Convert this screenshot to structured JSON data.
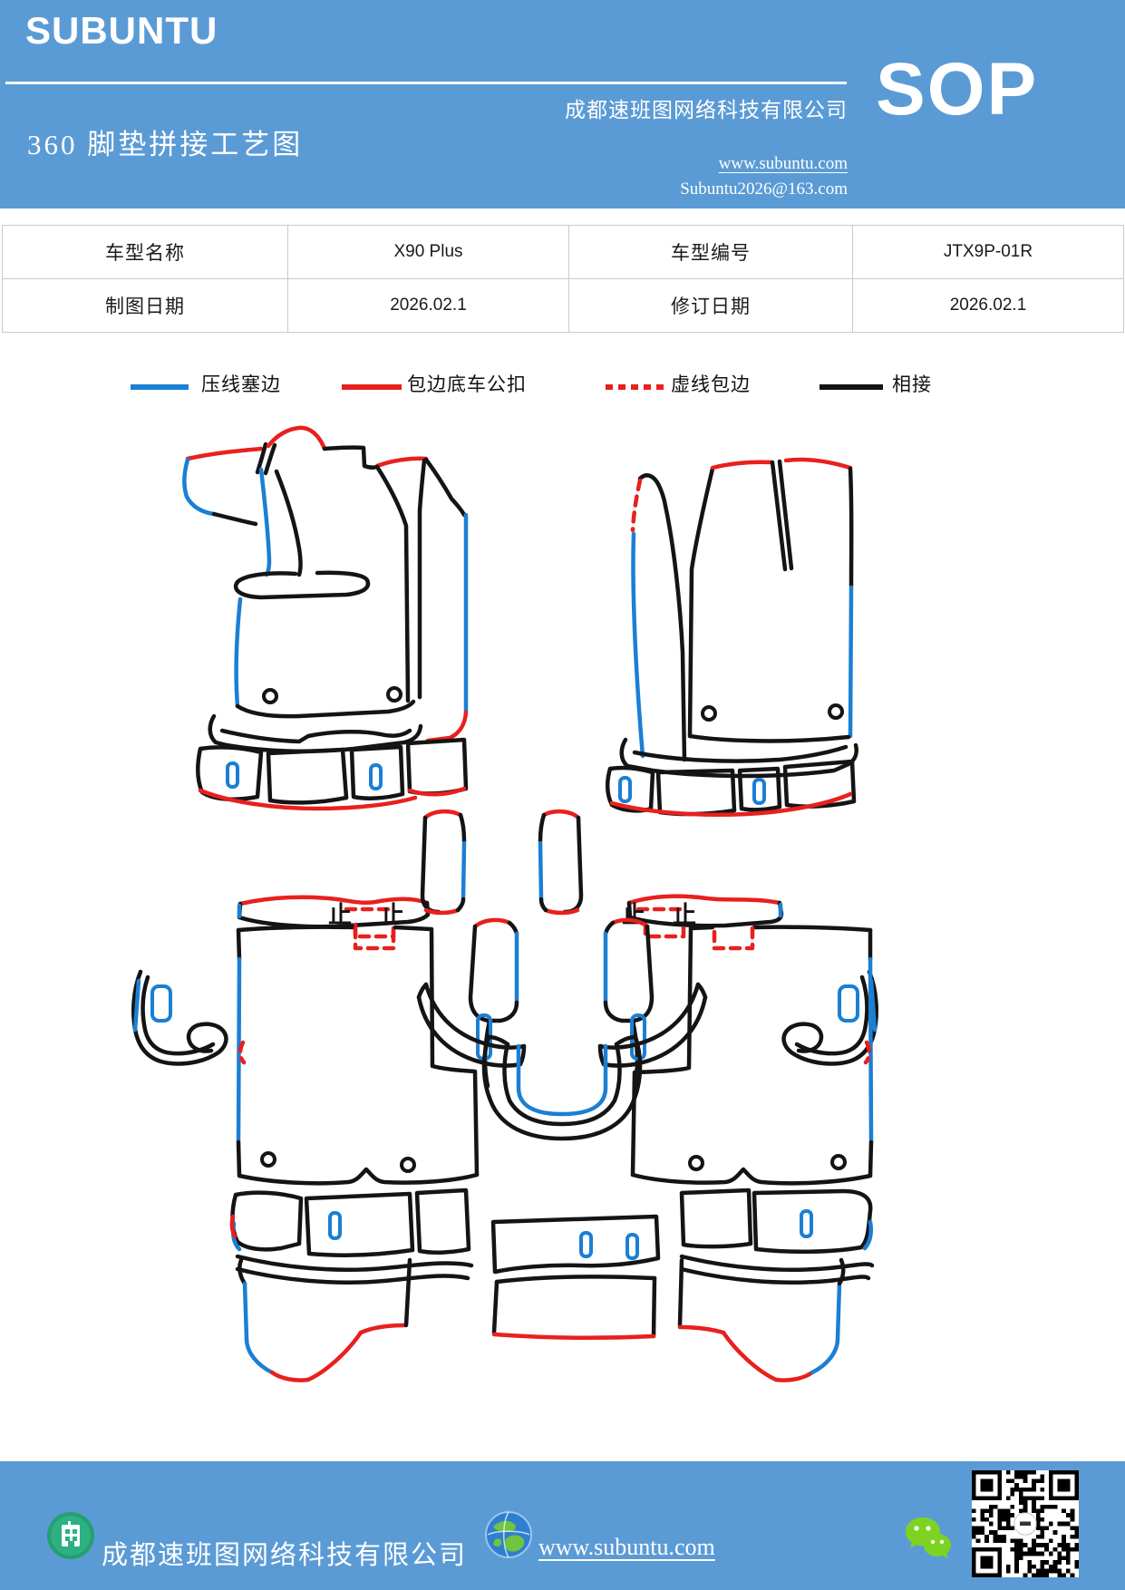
{
  "colors": {
    "band_blue": "#5b9bd5",
    "line_blue": "#1b7fd4",
    "line_red": "#e8201e",
    "line_black": "#141414"
  },
  "header": {
    "brand": "SUBUNTU",
    "title": "360 脚垫拼接工艺图",
    "company": "成都速班图网络科技有限公司",
    "website": "www.subuntu.com",
    "email": "Subuntu2026@163.com",
    "sop": "SOP"
  },
  "table": {
    "rows": [
      {
        "label1": "车型名称",
        "value1": "X90 Plus",
        "label2": "车型编号",
        "value2": "JTX9P-01R"
      },
      {
        "label1": "制图日期",
        "value1": "2026.02.1",
        "label2": "修订日期",
        "value2": "2026.02.1"
      }
    ]
  },
  "legend": {
    "items": [
      {
        "label": "压线塞边",
        "style": "solid",
        "color": "#1b7fd4"
      },
      {
        "label": "包边底车公扣",
        "style": "solid",
        "color": "#e8201e"
      },
      {
        "label": "虚线包边",
        "style": "dashed",
        "color": "#e8201e"
      },
      {
        "label": "相接",
        "style": "solid",
        "color": "#141414"
      }
    ]
  },
  "drawing": {
    "stop_mark": "止"
  },
  "footer": {
    "company": "成都速班图网络科技有限公司",
    "website": "www.subuntu.com"
  }
}
